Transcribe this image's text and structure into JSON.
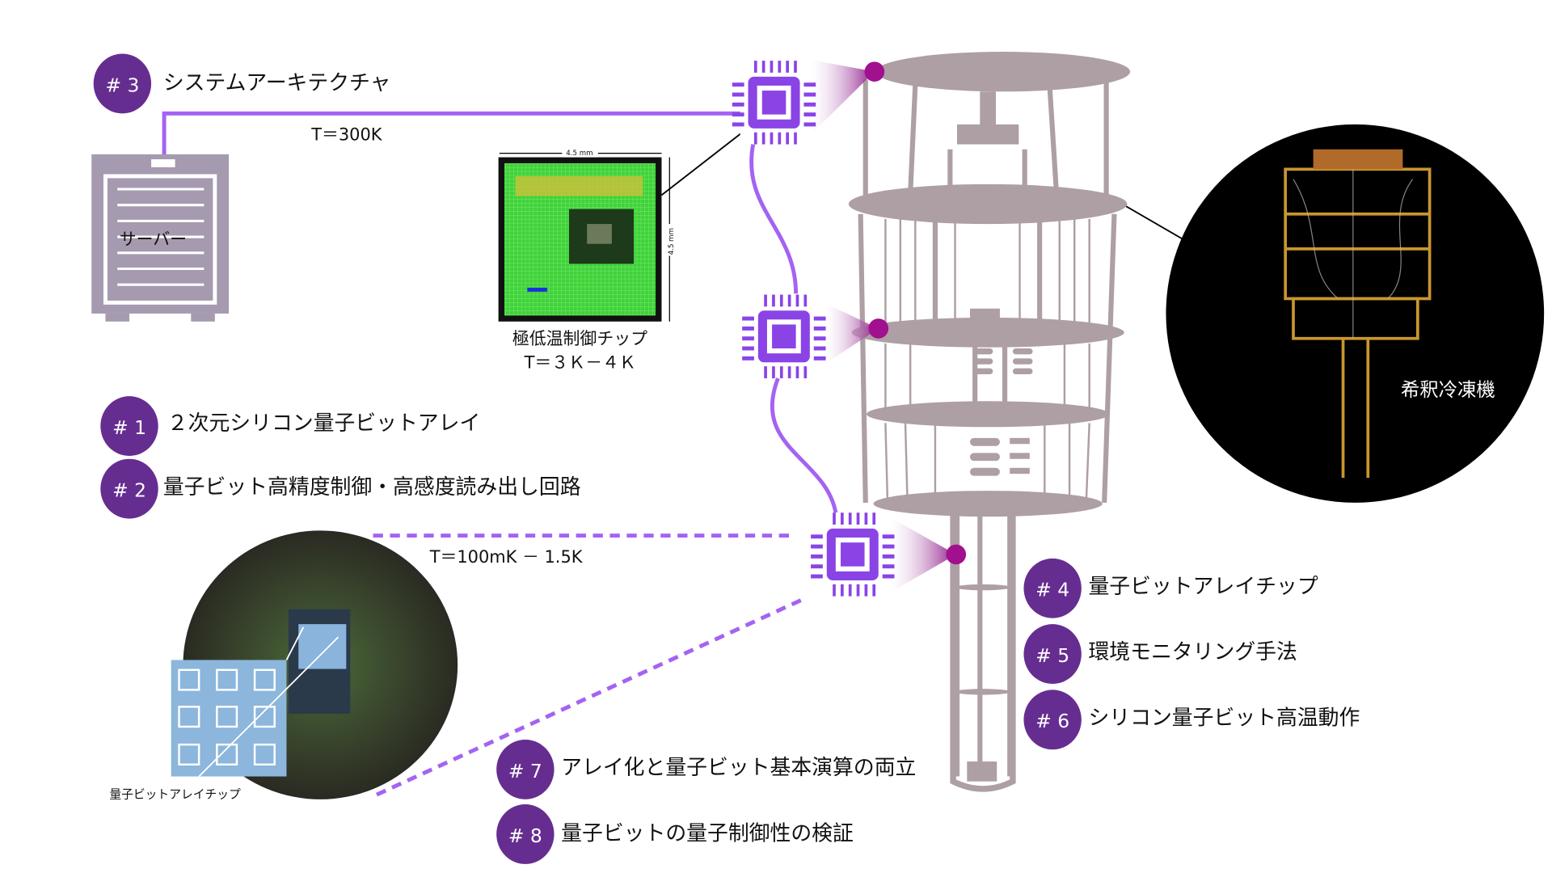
{
  "colors": {
    "badge": "#662d91",
    "wire": "#a463f2",
    "chip": "#8a44e6",
    "dot": "#a0108f",
    "fridge": "#ad9fa3",
    "server": "#a59aaf"
  },
  "badges": [
    {
      "num": "# 3",
      "label": "システムアーキテクチャ"
    },
    {
      "num": "# 1",
      "label": "２次元シリコン量子ビットアレイ"
    },
    {
      "num": "# 2",
      "label": "量子ビット高精度制御・高感度読み出し回路"
    },
    {
      "num": "# 4",
      "label": "量子ビットアレイチップ"
    },
    {
      "num": "# 5",
      "label": "環境モニタリング手法"
    },
    {
      "num": "# 6",
      "label": "シリコン量子ビット高温動作"
    },
    {
      "num": "# 7",
      "label": "アレイ化と量子ビット基本演算の両立"
    },
    {
      "num": "# 8",
      "label": "量子ビットの量子制御性の検証"
    }
  ],
  "server": {
    "label": "サーバー"
  },
  "temperatures": {
    "room": "T＝300K",
    "cryo": "T＝３Ｋ－４Ｋ",
    "base": "T＝100mK － 1.5K"
  },
  "control_chip": {
    "caption": "極低温制御チップ",
    "width_label": "4.5 mm",
    "height_label": "4.5 mm"
  },
  "fridge_photo": {
    "caption": "希釈冷凍機"
  },
  "qubit_photo": {
    "caption": "量子ビットアレイチップ"
  },
  "icons": [
    "processor-chip-icon",
    "server-icon"
  ]
}
